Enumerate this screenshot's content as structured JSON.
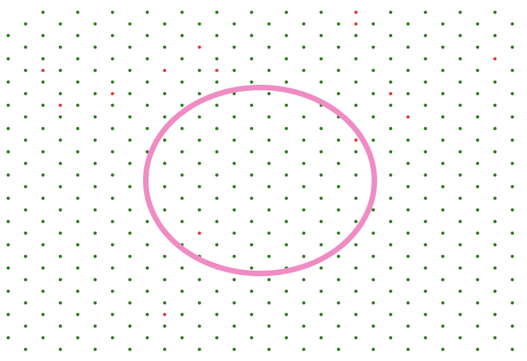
{
  "grid": {
    "columns": 30,
    "rows": 30,
    "cells": [
      "..*.*.*.*.*.*.*.*.*.*.*.*.*.*.",
      ".*.*.*.*.*.*.*.*.*.*.*.*.*.*.*",
      "*.*.*.*.*.*.*.*.*.*.*.*.*.*.*.",
      ".*.*.*.*.*.*.*.*.*.*.*.*.*.*.*",
      "*.*.*.*.*.*.*.*.*.*.*.*.*.*.*.",
      ".*.*.*.*.*.*.*.*.*.*.*.*.*.*.*",
      "*.*.*.*.*.*.*.*.*.*.*.*.*.*.*.",
      ".*.*.*.*.*.*.*.*.*.*.*.*.*.*.*",
      "*.*.*.*.*.*.*.*.*.*.*.*.*.*.*.",
      ".*.*.*.*.*.*.*.*.*.*.*.*.*.*.*",
      "*.*.*.*.*.*.*.*.*.*.*.*.*.*.*.",
      ".*.*.*.*.*.*.*.*.*.*.*.*.*.*.*",
      "*.*.*.*.*.*.*.*.*.*.*.*.*.*.*.",
      ".*.*.*.*.*.*.*.*.*.*.*.*.*.*.*",
      "*.*.*.*.*.*.*.*.*.*.*.*.*.*.*.",
      ".*.*.*.*.*.*.*.*.*.*.*.*.*.*.*",
      "*.*.*.*.*.*.*.*.*.*.*.*.*.*.*.",
      ".*.*.*.*.*.*.*.*.*.*.*.*.*.*.*",
      "*.*.*.*.*.*.*.*.*.*.*.*.*.*.*.",
      ".*.*.*.*.*.*.*.*.*.*.*.*.*.*.*",
      "*.*.*.*.*.*.*.*.*.*.*.*.*.*.*.",
      ".*.*.*.*.*.*.*.*.*.*.*.*.*.*.*",
      "*.*.*.*.*.*.*.*.*.*.*.*.*.*.*.",
      ".*.*.*.*.*.*.*.*.*.*.*.*.*.*.*",
      "*.*.*.*.*.*.*.*.*.*.*.*.*.*.*.",
      ".*.*.*.*.*.*.*.*.*.*.*.*.*.*.*",
      "*.*.*.*.*.*.*.*.*.*.*.*.*.*.*.",
      ".*.*.*.*.*.*.*.*.*.*.*.*.*.*.*",
      "*.*.*.*.*.*.*.*.*.*.*.*.*.*.*.",
      ".*.*.*.*.*.*.*.*.*.*.*.*.*.*.*"
    ],
    "red_cells": [
      [
        0,
        20
      ],
      [
        1,
        20
      ],
      [
        3,
        11
      ],
      [
        4,
        28
      ],
      [
        5,
        2
      ],
      [
        5,
        9
      ],
      [
        5,
        12
      ],
      [
        7,
        6
      ],
      [
        7,
        22
      ],
      [
        8,
        3
      ],
      [
        9,
        23
      ],
      [
        11,
        20
      ],
      [
        19,
        11
      ],
      [
        26,
        9
      ]
    ]
  },
  "colors": {
    "background": "#ffffff",
    "dot": "#2e7d1e",
    "dot_red": "#e53935",
    "ring": "#f08cc3"
  }
}
